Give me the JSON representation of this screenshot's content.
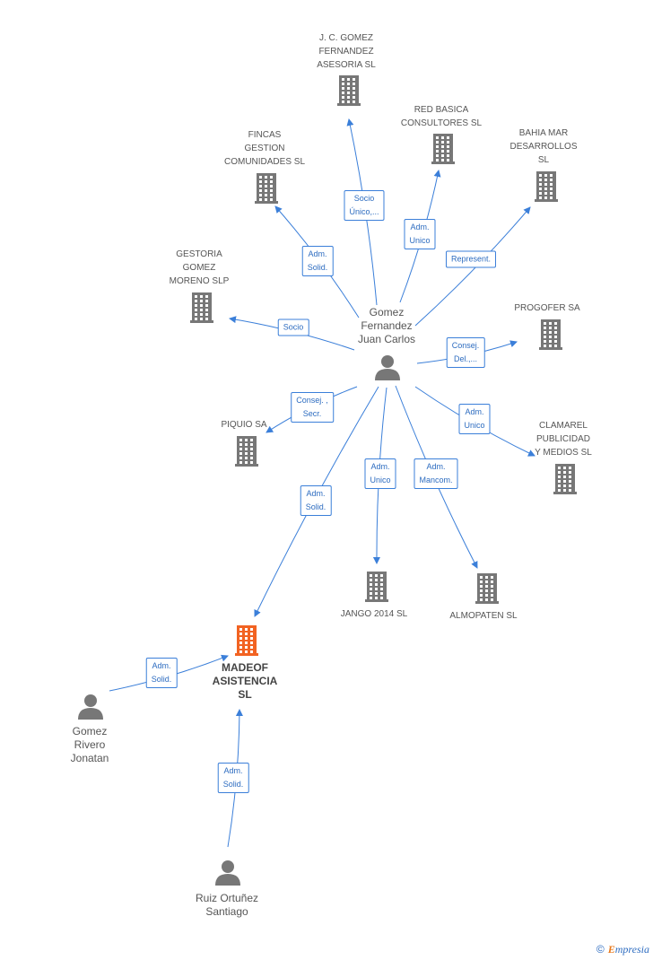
{
  "colors": {
    "edge": "#3b7fd9",
    "building": "#777777",
    "main_building": "#f26322",
    "person": "#777777"
  },
  "nodes": [
    {
      "id": "gomez_fernandez",
      "type": "person",
      "label": "Gomez\nFernandez\nJuan Carlos",
      "icon": "person-icon"
    },
    {
      "id": "madeof",
      "type": "main_company",
      "label": "MADEOF\nASISTENCIA\nSL",
      "icon": "building-icon"
    },
    {
      "id": "jc_gomez",
      "type": "company",
      "label": "J. C. GOMEZ\nFERNANDEZ\nASESORIA SL",
      "icon": "building-icon"
    },
    {
      "id": "red_basica",
      "type": "company",
      "label": "RED BASICA\nCONSULTORES SL",
      "icon": "building-icon"
    },
    {
      "id": "bahia_mar",
      "type": "company",
      "label": "BAHIA MAR\nDESARROLLOS\nSL",
      "icon": "building-icon"
    },
    {
      "id": "fincas",
      "type": "company",
      "label": "FINCAS\nGESTION\nCOMUNIDADES SL",
      "icon": "building-icon"
    },
    {
      "id": "gestoria",
      "type": "company",
      "label": "GESTORIA\nGOMEZ\nMORENO  SLP",
      "icon": "building-icon"
    },
    {
      "id": "progofer",
      "type": "company",
      "label": "PROGOFER SA",
      "icon": "building-icon"
    },
    {
      "id": "piquio",
      "type": "company",
      "label": "PIQUIO SA",
      "icon": "building-icon"
    },
    {
      "id": "clamarel",
      "type": "company",
      "label": "CLAMAREL\nPUBLICIDAD\nY MEDIOS SL",
      "icon": "building-icon"
    },
    {
      "id": "jango",
      "type": "company",
      "label": "JANGO 2014  SL",
      "icon": "building-icon"
    },
    {
      "id": "almopaten",
      "type": "company",
      "label": "ALMOPATEN SL",
      "icon": "building-icon"
    },
    {
      "id": "gomez_rivero",
      "type": "person",
      "label": "Gomez\nRivero\nJonatan",
      "icon": "person-icon"
    },
    {
      "id": "ruiz_ortunez",
      "type": "person",
      "label": "Ruiz Ortuñez\nSantiago",
      "icon": "person-icon"
    }
  ],
  "edges": [
    {
      "from": "gomez_fernandez",
      "to": "jc_gomez",
      "label": "Socio\nÚnico,..."
    },
    {
      "from": "gomez_fernandez",
      "to": "red_basica",
      "label": "Adm.\nUnico"
    },
    {
      "from": "gomez_fernandez",
      "to": "bahia_mar",
      "label": "Represent."
    },
    {
      "from": "gomez_fernandez",
      "to": "fincas",
      "label": "Adm.\nSolid."
    },
    {
      "from": "gomez_fernandez",
      "to": "gestoria",
      "label": "Socio"
    },
    {
      "from": "gomez_fernandez",
      "to": "progofer",
      "label": "Consej.\nDel.,..."
    },
    {
      "from": "gomez_fernandez",
      "to": "piquio",
      "label": "Consej. ,\nSecr."
    },
    {
      "from": "gomez_fernandez",
      "to": "clamarel",
      "label": "Adm.\nUnico"
    },
    {
      "from": "gomez_fernandez",
      "to": "jango",
      "label": "Adm.\nUnico"
    },
    {
      "from": "gomez_fernandez",
      "to": "almopaten",
      "label": "Adm.\nMancom."
    },
    {
      "from": "gomez_fernandez",
      "to": "madeof",
      "label": "Adm.\nSolid."
    },
    {
      "from": "gomez_rivero",
      "to": "madeof",
      "label": "Adm.\nSolid."
    },
    {
      "from": "ruiz_ortunez",
      "to": "madeof",
      "label": "Adm.\nSolid."
    }
  ],
  "brand": {
    "copyright": "©",
    "first_letter": "E",
    "rest": "mpresia"
  }
}
